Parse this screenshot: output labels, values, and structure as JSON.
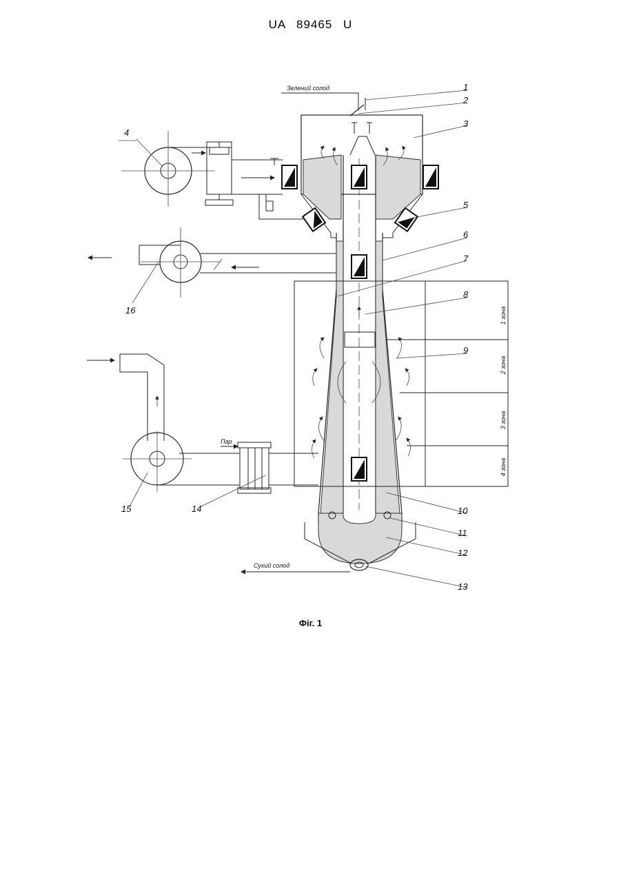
{
  "header": {
    "text": "UA   89465   U"
  },
  "caption": {
    "text": "Фіг. 1"
  },
  "flows": {
    "green_malt": "Зелений солод",
    "dry_malt": "Сухий солод",
    "steam": "Пар"
  },
  "zones": [
    "1 зона",
    "2 зона",
    "3 зона",
    "4 зона"
  ],
  "callouts": [
    "1",
    "2",
    "3",
    "4",
    "5",
    "6",
    "7",
    "8",
    "9",
    "10",
    "11",
    "12",
    "13",
    "14",
    "15",
    "16"
  ]
}
